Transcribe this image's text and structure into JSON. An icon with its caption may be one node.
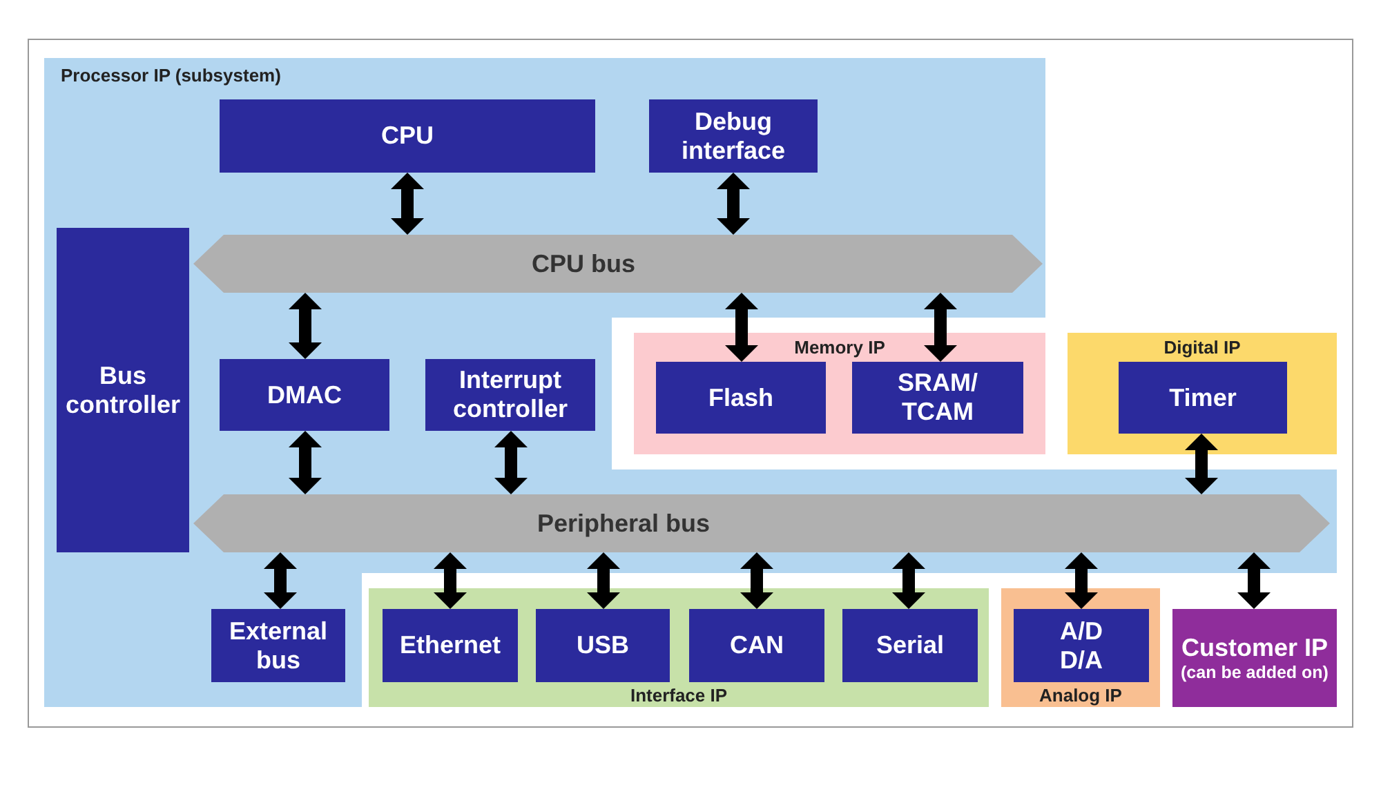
{
  "diagram": {
    "nodes": [
      {
        "text": [
          "Processor IP (subsystem)"
        ]
      },
      {
        "text": [
          "CPU"
        ],
        "in": 0
      },
      {
        "text": [
          "Debug interface"
        ],
        "in": 0
      },
      {
        "text": [
          "CPU bus"
        ],
        "in": 0
      },
      {
        "text": [
          "Bus controller"
        ],
        "in": 0
      },
      {
        "text": [
          "DMAC"
        ],
        "in": 0
      },
      {
        "text": [
          "Interrupt controller"
        ],
        "in": 0
      },
      {
        "text": [
          "Memory IP"
        ]
      },
      {
        "text": [
          "Flash"
        ],
        "in": 7
      },
      {
        "text": [
          "SRAM/ TCAM"
        ],
        "in": 7
      },
      {
        "text": [
          "Digital IP"
        ]
      },
      {
        "text": [
          "Timer"
        ],
        "in": 10
      },
      {
        "text": [
          "Peripheral bus"
        ],
        "in": 0
      },
      {
        "text": [
          "External bus"
        ],
        "in": 0
      },
      {
        "text": [
          "Interface IP"
        ]
      },
      {
        "text": [
          "Ethernet"
        ],
        "in": 14
      },
      {
        "text": [
          "USB"
        ],
        "in": 14
      },
      {
        "text": [
          "CAN"
        ],
        "in": 14
      },
      {
        "text": [
          "Serial"
        ],
        "in": 14
      },
      {
        "text": [
          "Analog IP"
        ]
      },
      {
        "text": [
          "A/D D/A"
        ],
        "in": 19
      },
      {
        "text": [
          "Customer IP",
          "(can be added on)"
        ]
      }
    ],
    "edges": [
      {
        "from": 1,
        "to": 3,
        "arrow": "both"
      },
      {
        "from": 2,
        "to": 3,
        "arrow": "both"
      },
      {
        "from": 3,
        "to": 5,
        "arrow": "both"
      },
      {
        "from": 3,
        "to": 8,
        "arrow": "both"
      },
      {
        "from": 3,
        "to": 9,
        "arrow": "both"
      },
      {
        "from": 5,
        "to": 12,
        "arrow": "both"
      },
      {
        "from": 6,
        "to": 12,
        "arrow": "both"
      },
      {
        "from": 11,
        "to": 12,
        "arrow": "both"
      },
      {
        "from": 12,
        "to": 13,
        "arrow": "both"
      },
      {
        "from": 12,
        "to": 15,
        "arrow": "both"
      },
      {
        "from": 12,
        "to": 16,
        "arrow": "both"
      },
      {
        "from": 12,
        "to": 17,
        "arrow": "both"
      },
      {
        "from": 12,
        "to": 18,
        "arrow": "both"
      },
      {
        "from": 12,
        "to": 20,
        "arrow": "both"
      },
      {
        "from": 12,
        "to": 21,
        "arrow": "both"
      }
    ]
  }
}
